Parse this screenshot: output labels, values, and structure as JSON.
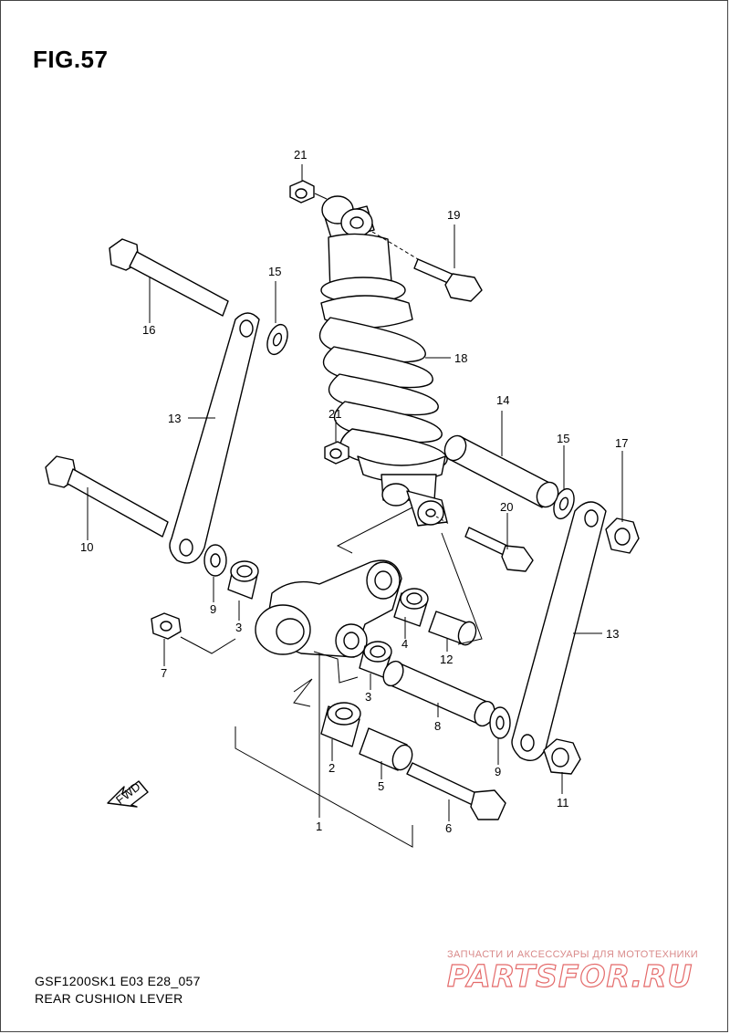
{
  "figure": {
    "title": "FIG.57"
  },
  "footer": {
    "code": "GSF1200SK1 E03 E28_057",
    "name": "REAR CUSHION LEVER"
  },
  "fwd_label": "FWD",
  "watermark": {
    "tagline": "ЗАПЧАСТИ И АКСЕССУАРЫ ДЛЯ МОТОТЕХНИКИ",
    "logo": "PARTSFOR.RU"
  },
  "callouts": {
    "c1": "1",
    "c2": "2",
    "c3a": "3",
    "c3b": "3",
    "c4": "4",
    "c5": "5",
    "c6": "6",
    "c7": "7",
    "c8": "8",
    "c9a": "9",
    "c9b": "9",
    "c10": "10",
    "c11": "11",
    "c12": "12",
    "c13a": "13",
    "c13b": "13",
    "c14": "14",
    "c15a": "15",
    "c15b": "15",
    "c16": "16",
    "c17": "17",
    "c18": "18",
    "c19": "19",
    "c20": "20",
    "c21a": "21",
    "c21b": "21"
  }
}
